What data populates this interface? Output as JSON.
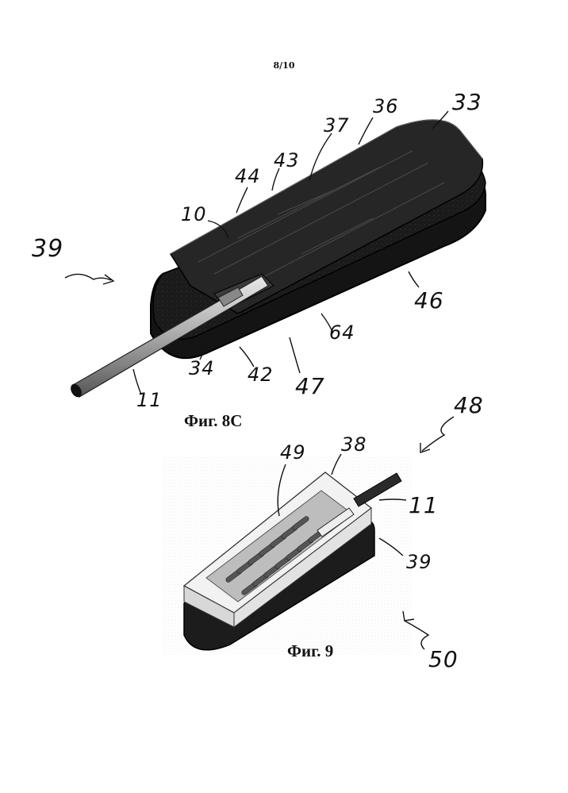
{
  "page": {
    "number": "8/10"
  },
  "figures": [
    {
      "caption": "Фиг. 8С",
      "labels": {
        "l39": "39",
        "l10": "10",
        "l44": "44",
        "l43": "43",
        "l37": "37",
        "l36": "36",
        "l33": "33",
        "l46": "46",
        "l64": "64",
        "l47": "47",
        "l42": "42",
        "l34": "34",
        "l11": "11"
      }
    },
    {
      "caption": "Фиг. 9",
      "labels": {
        "l48": "48",
        "l49": "49",
        "l38": "38",
        "l11": "11",
        "l39": "39",
        "l50": "50"
      }
    }
  ]
}
